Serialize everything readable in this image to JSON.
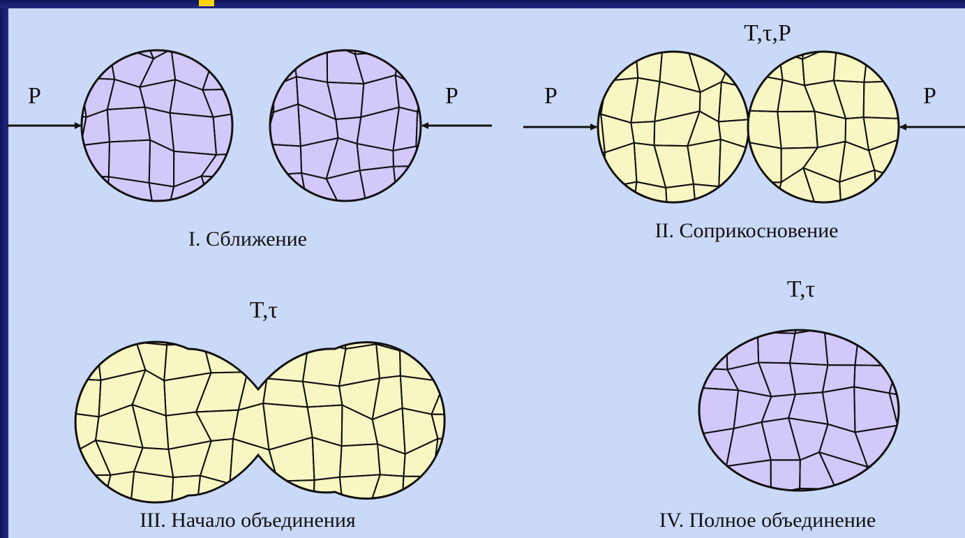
{
  "force_label": "P",
  "stage1": {
    "caption": "I. Сближение"
  },
  "stage2": {
    "caption": "II. Соприкосновение",
    "condition": "T,τ,P"
  },
  "stage3": {
    "caption": "III.  Начало объединения",
    "condition": "T,τ"
  },
  "stage4": {
    "caption": "IV.  Полное объединение",
    "condition": "T,τ"
  },
  "colors": {
    "lavender_grain": "#d2c8fa",
    "yellow_grain": "#f8f6c2",
    "pink_grain": "#f4bcb8",
    "salmon_grain": "#ef8e8a",
    "red_grain": "#ee4b45",
    "background": "#cbd9f8"
  }
}
